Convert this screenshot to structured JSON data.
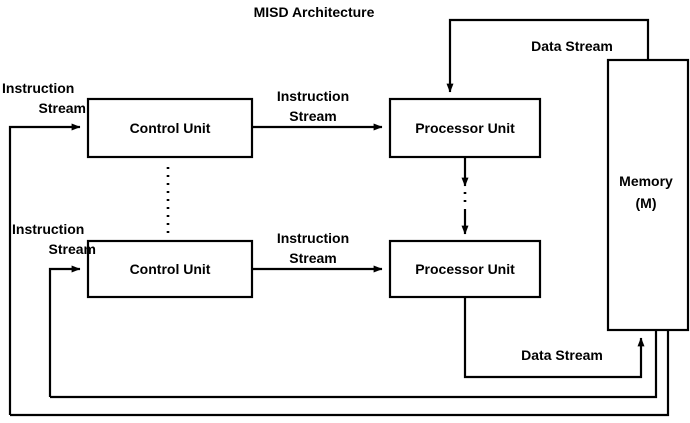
{
  "title": "MISD Architecture",
  "boxes": {
    "control_unit_top": "Control Unit",
    "control_unit_bottom": "Control Unit",
    "processor_unit_top": "Processor Unit",
    "processor_unit_bottom": "Processor Unit",
    "memory_line1": "Memory",
    "memory_line2": "(M)"
  },
  "labels": {
    "instruction_stream_in_top_l1": "Instruction",
    "instruction_stream_in_top_l2": "Stream",
    "instruction_stream_mid_top_l1": "Instruction",
    "instruction_stream_mid_top_l2": "Stream",
    "instruction_stream_in_bottom_l1": "Instruction",
    "instruction_stream_in_bottom_l2": "Stream",
    "instruction_stream_mid_bottom_l1": "Instruction",
    "instruction_stream_mid_bottom_l2": "Stream",
    "data_stream_top": "Data Stream",
    "data_stream_bottom": "Data Stream"
  },
  "colors": {
    "stroke": "#000000",
    "background": "#ffffff",
    "text": "#000000"
  }
}
